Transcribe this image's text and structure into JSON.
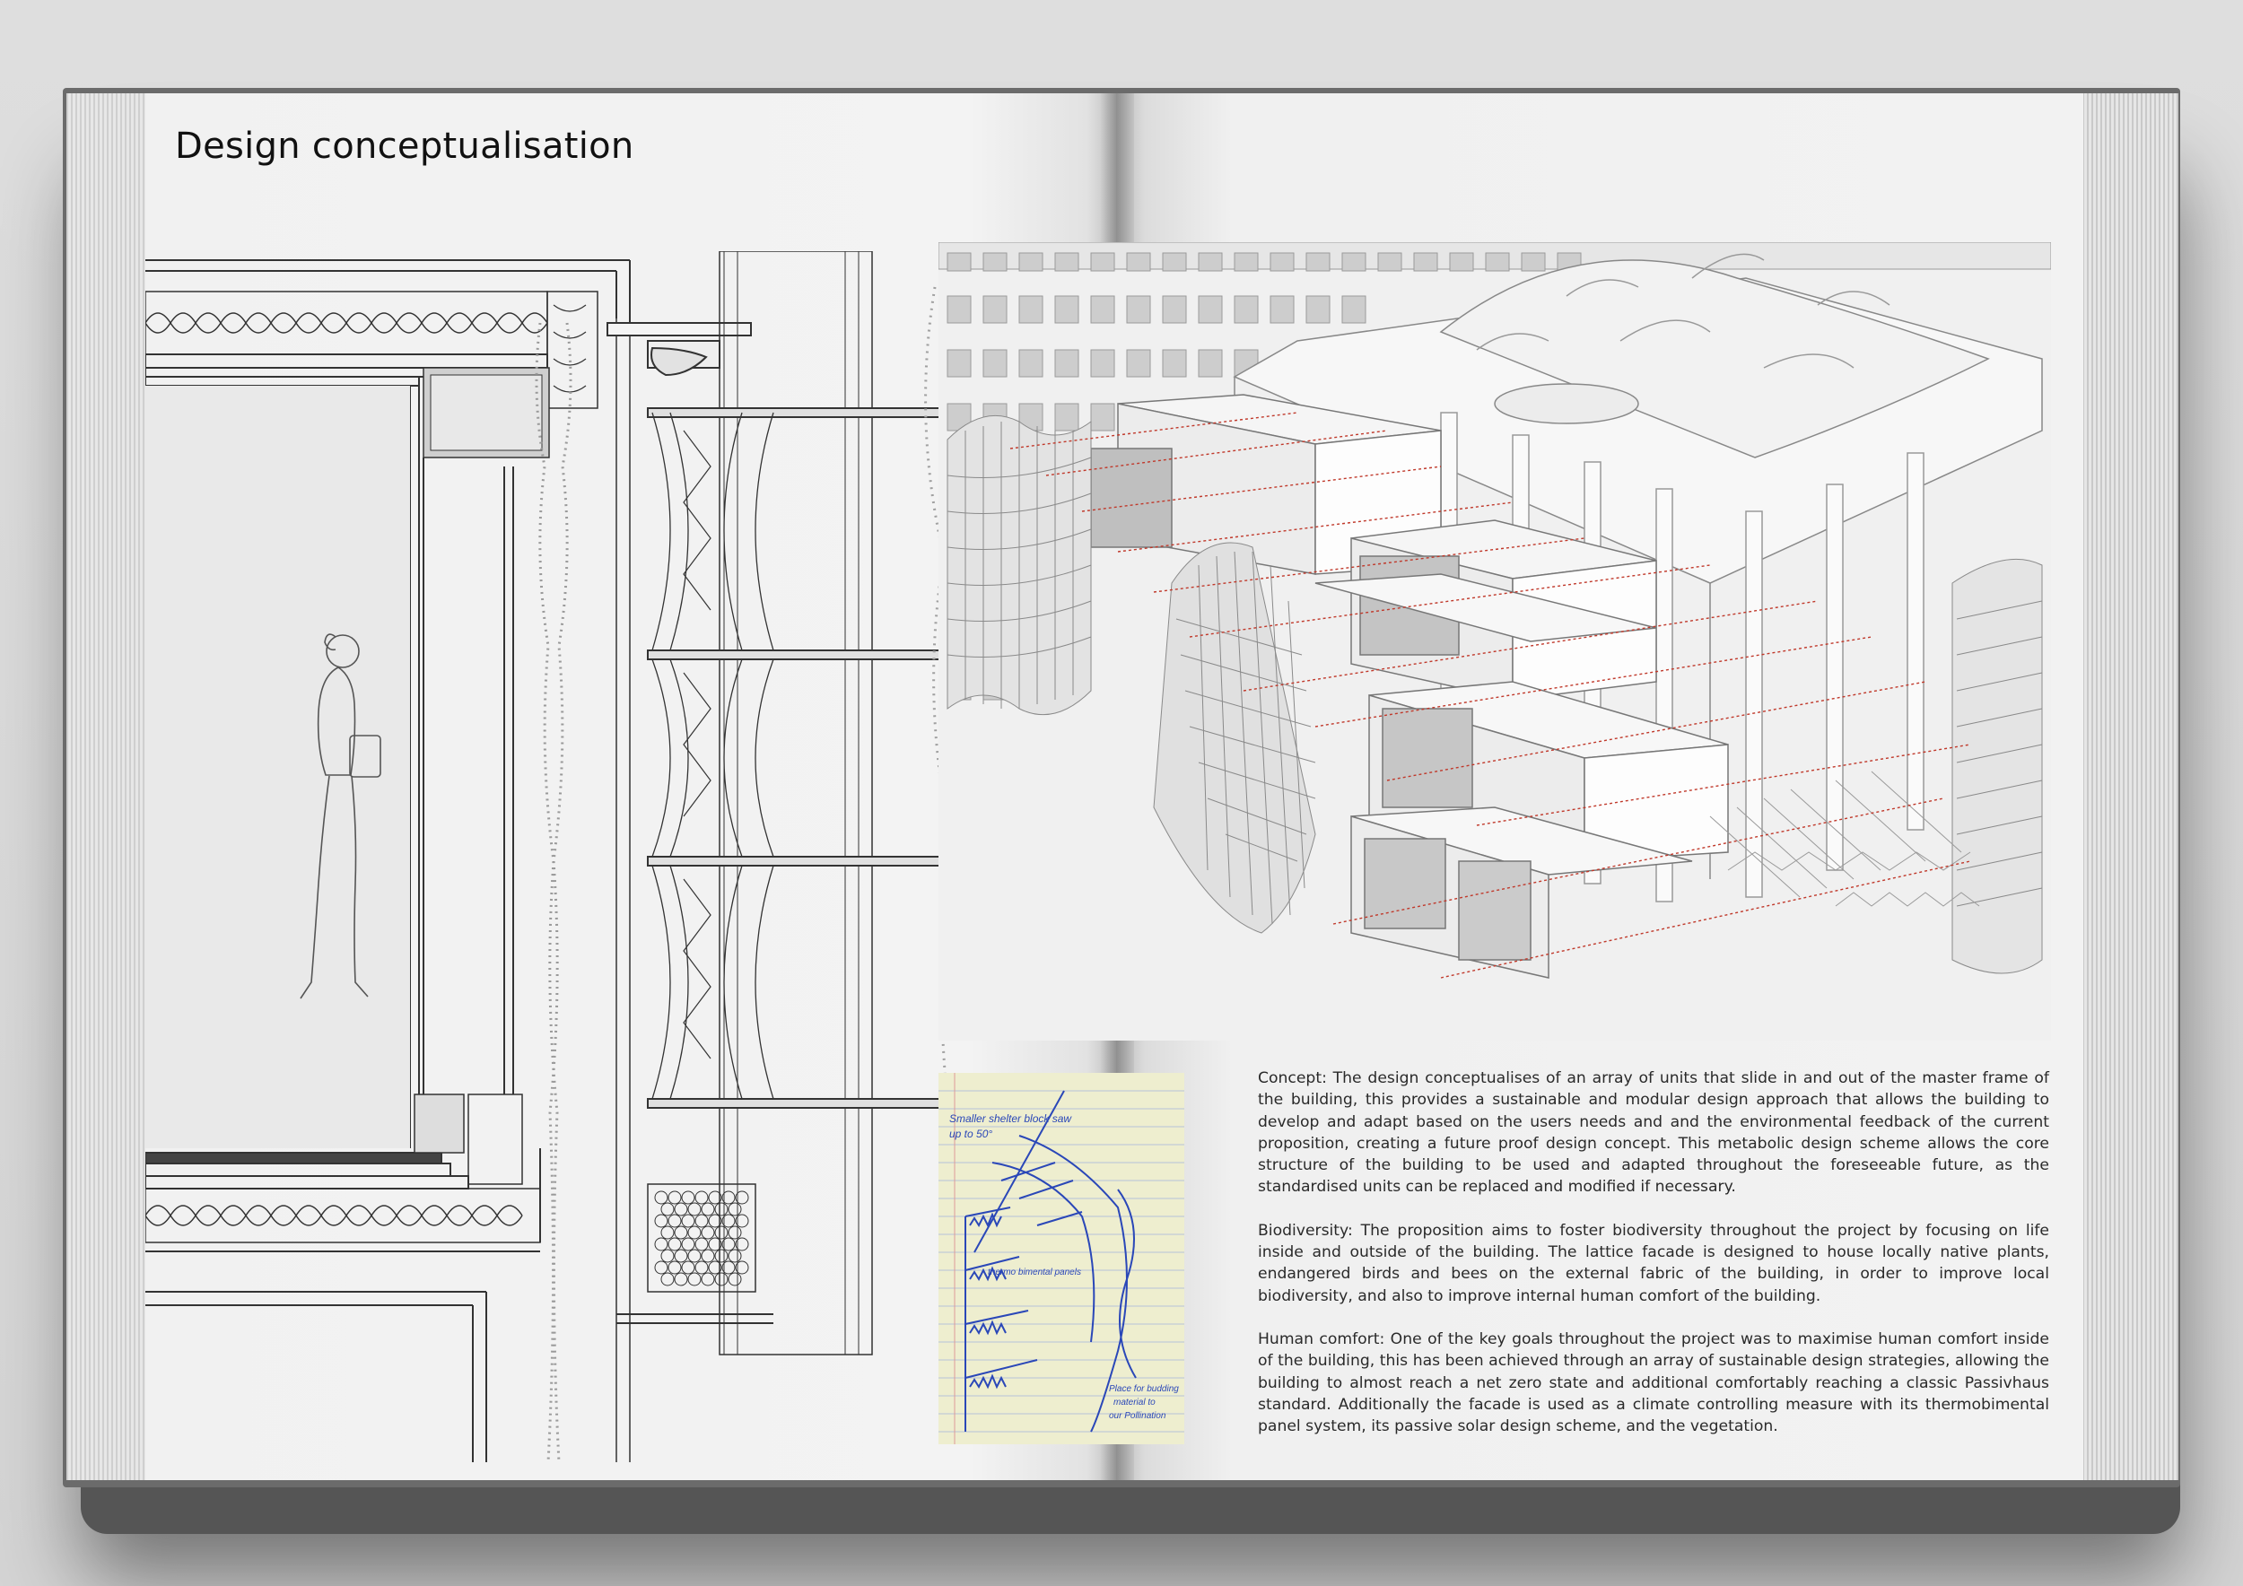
{
  "page": {
    "title": "Design conceptualisation"
  },
  "illustrations": {
    "section": "wall-section-drawing",
    "render": "building-axonometric-render",
    "sketch": "hand-sketch-facade"
  },
  "sketch_notes": {
    "note1": "Smaller shelter block saw",
    "note2": "up to 50°",
    "note3": "thermo bimental panels",
    "note4": "Place for budding",
    "note5": "material to",
    "note6": "our Pollination"
  },
  "text": {
    "concept": "Concept: The design conceptualises of an array of units that slide in and out of the master frame of the building, this provides a sustainable and modular design approach that allows the building to develop and adapt based on the users needs and and the environmental feedback of the current proposition, creating a future proof design concept. This metabolic design scheme allows the core structure of the building to be used and adapted throughout the foreseeable future, as the standardised units can be replaced and modified if necessary.",
    "biodiversity": "Biodiversity: The proposition aims to foster biodiversity throughout the project by focusing on life inside and outside of the building. The lattice facade is designed to house locally native plants, endangered birds and bees on the external fabric of the building, in order to improve local biodiversity, and also to improve internal  human comfort of the building.",
    "human_comfort": "Human comfort: One of the key goals throughout the project was to maximise human comfort inside of the building, this has been achieved through an array of sustainable design strategies, allowing the building to almost reach a net zero state and additional comfortably reaching a classic Passivhaus standard. Additionally the facade is used as a climate controlling measure with its thermobimental panel system, its passive solar design scheme, and the vegetation."
  },
  "colors": {
    "ink": "#2a2a2a",
    "guide_red": "#c0392b",
    "sketch_blue": "#2a47b8"
  }
}
